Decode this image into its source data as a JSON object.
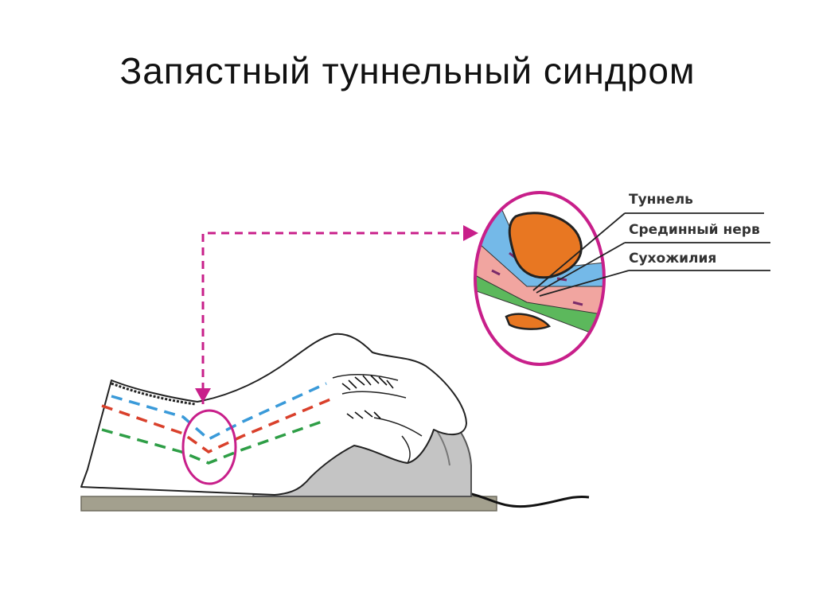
{
  "slide": {
    "title": "Запястный туннельный синдром"
  },
  "diagram": {
    "labels": {
      "tunnel": "Туннель",
      "median_nerve": "Срединный нерв",
      "tendons": "Сухожилия"
    },
    "colors": {
      "magenta": "#c81f8a",
      "dash_blue": "#3a9ad9",
      "dash_red": "#d9402b",
      "dash_green": "#2e9e46",
      "bone_orange": "#e87722",
      "tunnel_blue": "#74b9e8",
      "tendon_pink": "#f1a5a0",
      "tissue_green": "#5cb85c",
      "mouse_gray": "#b9b9b9",
      "pad_gray": "#a3a08e"
    },
    "icons": [
      "hand-drawing",
      "computer-mouse",
      "wrist-magnifier-circle"
    ]
  }
}
